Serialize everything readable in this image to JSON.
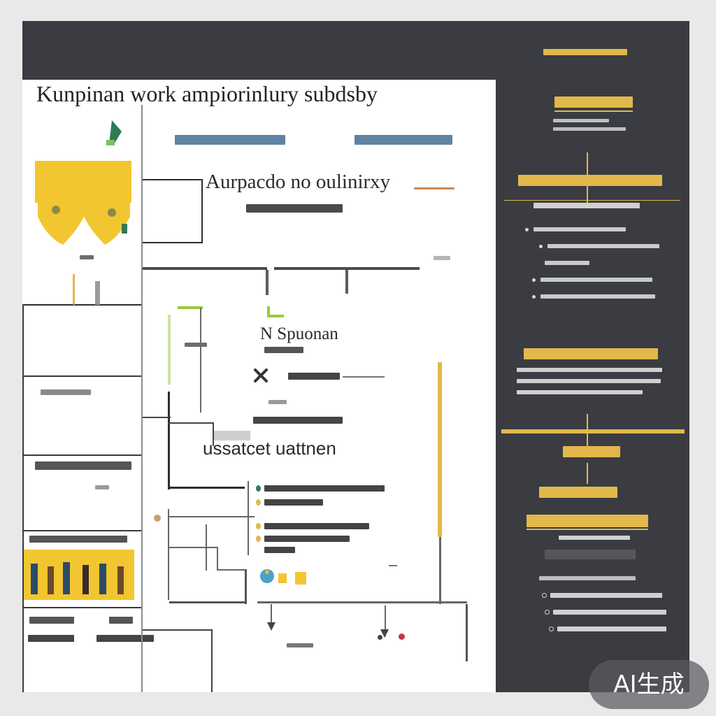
{
  "header": {
    "title": "",
    "corner_text": ""
  },
  "poster": {
    "subtitle": "Kunpinan work ampiorinlury subdsby",
    "section_heading": "Aurpacdo no oulinirxy",
    "plan_label_1": "N Spuonan",
    "plan_label_2": "ussatcet uattnen"
  },
  "sidebar": {
    "bullet_rows": 5,
    "bottom_list_rows": 3
  },
  "colors": {
    "dark_panel": "#3a3c41",
    "accent_gold": "#e2b84a",
    "accent_yellow": "#f2c630",
    "accent_green": "#9bc93a",
    "heading_blue": "#3d6b8e"
  },
  "watermark": {
    "label": "AI生成"
  }
}
